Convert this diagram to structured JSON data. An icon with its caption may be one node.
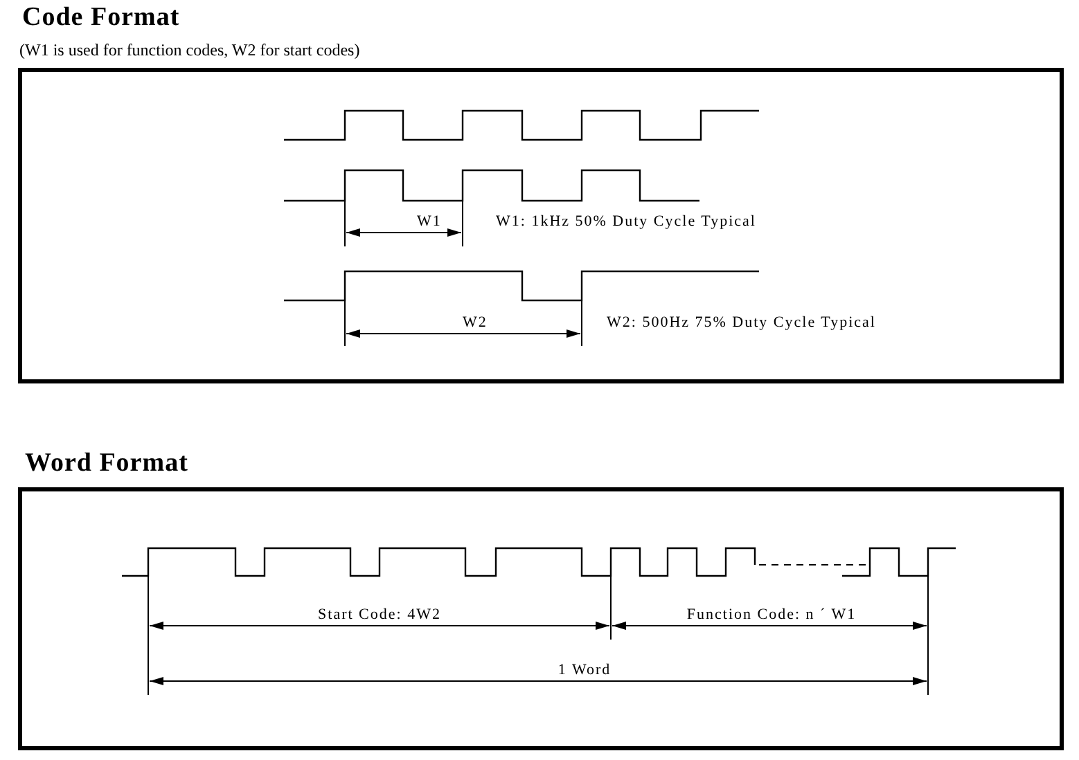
{
  "diagram": {
    "nodes": [
      {
        "text": [
          "Code Format",
          "(W1 is used for function codes, W2 for start codes)"
        ]
      },
      {
        "text": [
          "Word Format"
        ]
      }
    ],
    "edges": [],
    "labels": [
      "W1",
      "W1: 1kHz 50% Duty Cycle Typical",
      "W2",
      "W2: 500Hz 75% Duty Cycle Typical",
      "Start Code: 4W2",
      "Function Code: n ´ W1",
      "1 Word"
    ]
  }
}
